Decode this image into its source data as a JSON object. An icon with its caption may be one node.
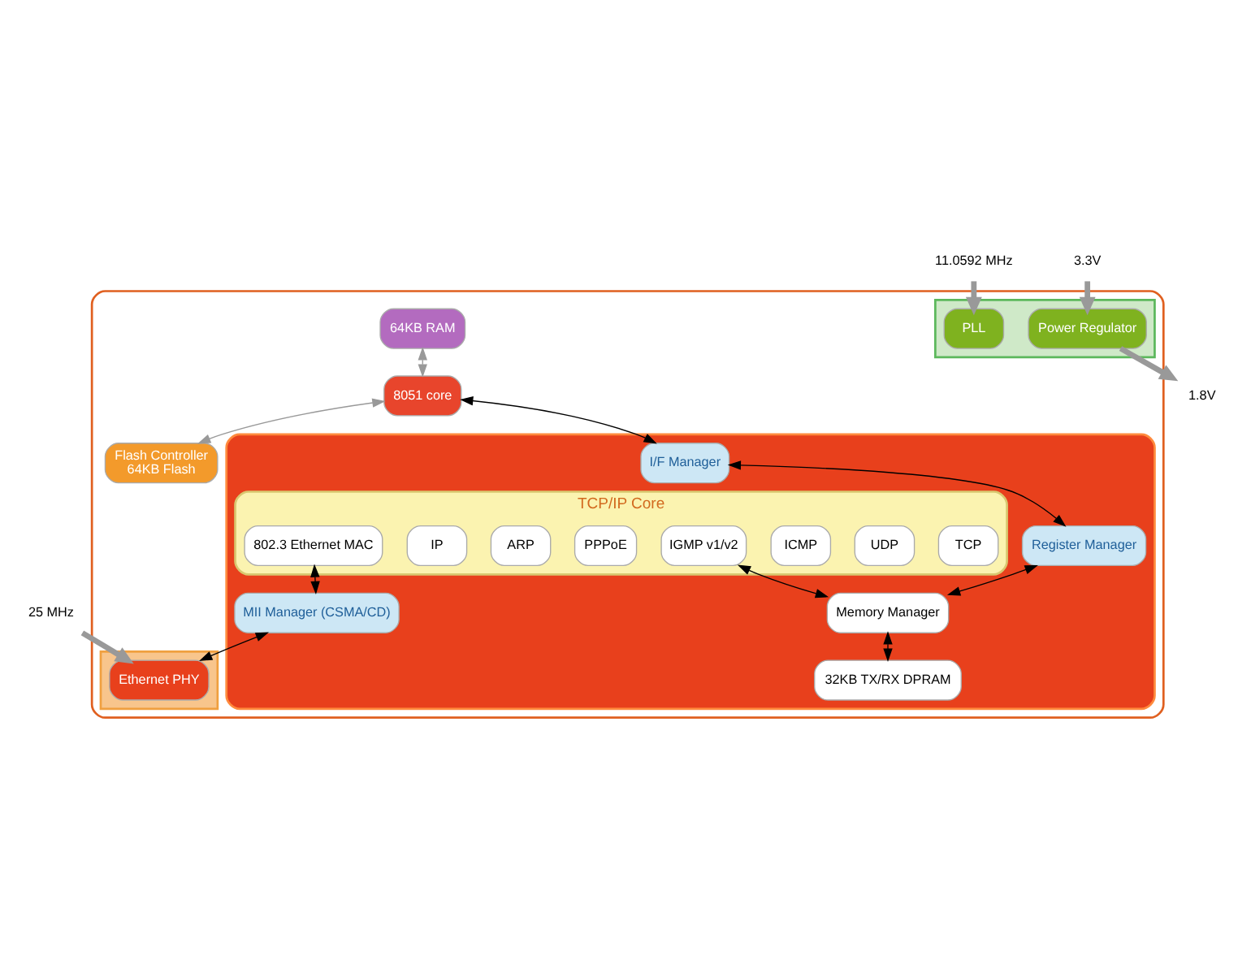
{
  "diagram": {
    "nodes": [
      {
        "text": [],
        "shape": "box"
      },
      {
        "text": [
          "64KB RAM"
        ],
        "in": 0
      },
      {
        "text": [
          "8051 core"
        ],
        "in": 0
      },
      {
        "text": [
          "Flash Controller",
          "64KB Flash"
        ],
        "in": 0
      },
      {
        "text": [],
        "shape": "bar",
        "in": 0
      },
      {
        "text": [
          "PLL"
        ],
        "in": 4
      },
      {
        "text": [
          "Power Regulator"
        ],
        "in": 4
      },
      {
        "text": [],
        "shape": "box",
        "in": 0
      },
      {
        "text": [
          "I/F Manager"
        ],
        "in": 7
      },
      {
        "text": [
          "Register Manager"
        ],
        "in": 7
      },
      {
        "text": [
          "TCP/IP Core"
        ],
        "in": 7
      },
      {
        "text": [
          "TCP"
        ],
        "in": 10
      },
      {
        "text": [
          "UDP"
        ],
        "in": 10
      },
      {
        "text": [
          "ICMP"
        ],
        "in": 10
      },
      {
        "text": [
          "IGMP v1/v2"
        ],
        "in": 10
      },
      {
        "text": [
          "PPPoE"
        ],
        "in": 10
      },
      {
        "text": [
          "ARP"
        ],
        "in": 10
      },
      {
        "text": [
          "IP"
        ],
        "in": 10
      },
      {
        "text": [
          "802.3 Ethernet MAC"
        ],
        "in": 10
      },
      {
        "text": [
          "Memory Manager"
        ],
        "in": 7
      },
      {
        "text": [
          "32KB TX/RX DPRAM"
        ],
        "in": 7
      },
      {
        "text": [
          "MII Manager (CSMA/CD)"
        ],
        "in": 7
      },
      {
        "text": [],
        "shape": "bar",
        "in": 0
      },
      {
        "text": [
          "Ethernet PHY"
        ],
        "in": 22
      },
      {
        "text": [
          "11.0592 MHz"
        ]
      },
      {
        "text": [
          "3.3V"
        ]
      },
      {
        "text": [
          "1.8V"
        ]
      },
      {
        "text": [
          "25 MHz"
        ]
      }
    ],
    "edges": [
      {
        "from": 1,
        "to": 2,
        "arrow": "both",
        "color": "#999999"
      },
      {
        "from": 2,
        "to": 3,
        "arrow": "both",
        "color": "#999999"
      },
      {
        "from": 2,
        "to": 8,
        "arrow": "both"
      },
      {
        "from": 8,
        "to": 9,
        "arrow": "both"
      },
      {
        "from": 9,
        "to": 19,
        "arrow": "both"
      },
      {
        "from": 14,
        "to": 19,
        "arrow": "both"
      },
      {
        "from": 19,
        "to": 20,
        "arrow": "both"
      },
      {
        "from": 18,
        "to": 21,
        "arrow": "both"
      },
      {
        "from": 21,
        "to": 23,
        "arrow": "both"
      },
      {
        "from": 24,
        "to": 5,
        "arrow": "to",
        "style": "thick",
        "color": "#999999"
      },
      {
        "from": 25,
        "to": 6,
        "arrow": "to",
        "style": "thick",
        "color": "#999999"
      },
      {
        "from": 6,
        "to": 26,
        "arrow": "to",
        "style": "thick",
        "color": "#999999"
      },
      {
        "from": 27,
        "to": 23,
        "arrow": "to",
        "style": "thick",
        "color": "#999999"
      }
    ]
  }
}
